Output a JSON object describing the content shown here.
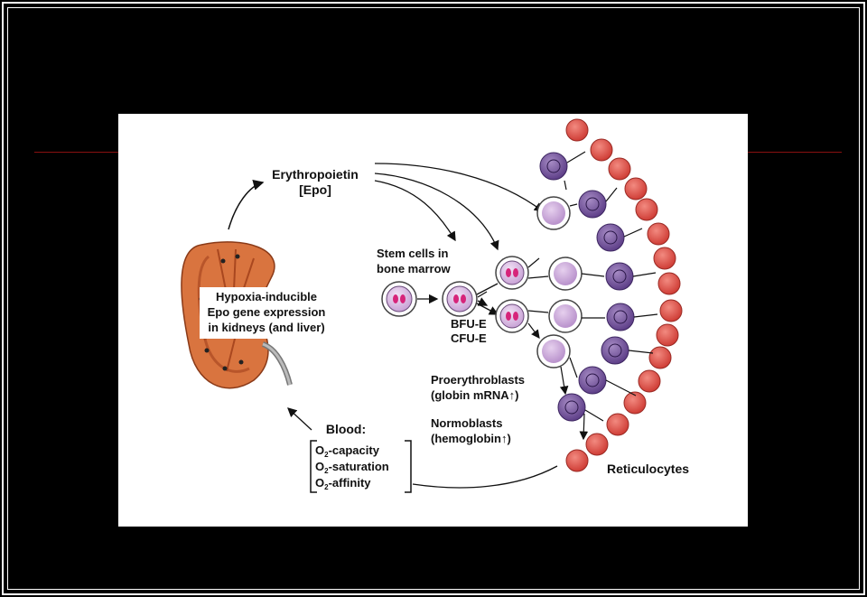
{
  "diagram": {
    "erythropoietin": "Erythropoietin",
    "epo": "[Epo]",
    "stem_line1": "Stem cells in",
    "stem_line2": "bone marrow",
    "kidney_line1": "Hypoxia-inducible",
    "kidney_line2": "Epo gene expression",
    "kidney_line3": "in kidneys (and liver)",
    "bfu": "BFU-E",
    "cfu": "CFU-E",
    "proery_line1": "Proerythroblasts",
    "proery_line2": "(globin mRNA",
    "normo_line1": "Normoblasts",
    "normo_line2": "(hemoglobin",
    "up_arrow": "↑",
    "close_paren": ")",
    "blood": "Blood:",
    "o2": "O",
    "sub2": "2",
    "capacity": "-capacity",
    "saturation": "-saturation",
    "affinity": "-affinity",
    "reticulocytes": "Reticulocytes"
  },
  "colors": {
    "background": "#000000",
    "panel": "#ffffff",
    "rule": "#8a1010",
    "kidney": "#d9743f",
    "kidney_dark": "#b8552a",
    "reticulocyte": "#e0544c",
    "normoblast": "#7a5aa0",
    "proerythroblast": "#c9a8d6",
    "stem_cell": "#d8b8e2",
    "stem_nucleus": "#d6247a"
  }
}
